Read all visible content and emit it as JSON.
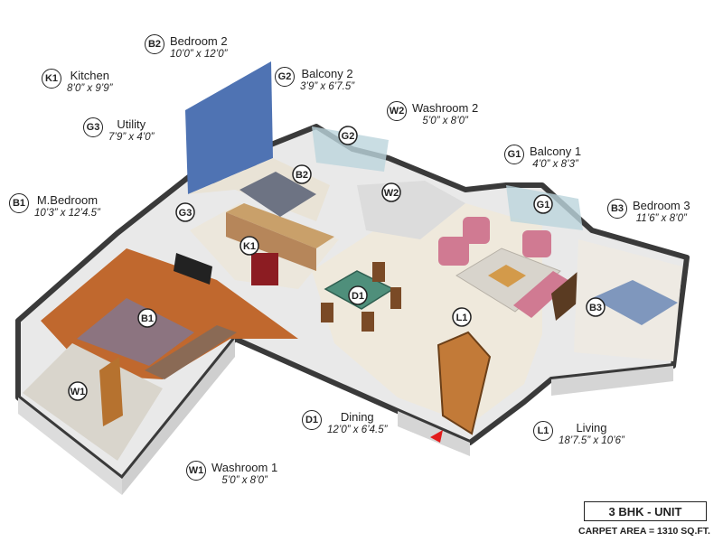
{
  "rooms": [
    {
      "code": "B2",
      "name": "Bedroom 2",
      "dims": "10’0” x 12’0”"
    },
    {
      "code": "K1",
      "name": "Kitchen",
      "dims": "8’0” x 9’9”"
    },
    {
      "code": "G2",
      "name": "Balcony 2",
      "dims": "3’9” x 6’7.5”"
    },
    {
      "code": "G3",
      "name": "Utility",
      "dims": "7’9” x 4’0”"
    },
    {
      "code": "W2",
      "name": "Washroom 2",
      "dims": "5’0” x 8’0”"
    },
    {
      "code": "G1",
      "name": "Balcony 1",
      "dims": "4’0” x 8’3”"
    },
    {
      "code": "B1",
      "name": "M.Bedroom",
      "dims": "10’3” x 12’4.5”"
    },
    {
      "code": "B3",
      "name": "Bedroom 3",
      "dims": "11’6” x 8’0”"
    },
    {
      "code": "D1",
      "name": "Dining",
      "dims": "12’0” x 6’4.5”"
    },
    {
      "code": "L1",
      "name": "Living",
      "dims": "18’7.5” x 10’6”"
    },
    {
      "code": "W1",
      "name": "Washroom 1",
      "dims": "5’0” x 8’0”"
    }
  ],
  "plan_markers": {
    "B2": "B2",
    "G2": "G2",
    "W2": "W2",
    "G1": "G1",
    "G3": "G3",
    "K1": "K1",
    "B3": "B3",
    "B1": "B1",
    "D1": "D1",
    "L1": "L1",
    "W1": "W1"
  },
  "unit_type": "3 BHK - UNIT",
  "carpet_area": "CARPET AREA = 1310 SQ.FT.",
  "colors": {
    "wall": "#f2f2f2",
    "wall_edge": "#3a3a3a",
    "floor_tile": "#ece7dc",
    "wood": "#b8652e",
    "blue_wall": "#4f73b3",
    "sofa": "#d07a92",
    "entry_arrow": "#e21b1b"
  }
}
